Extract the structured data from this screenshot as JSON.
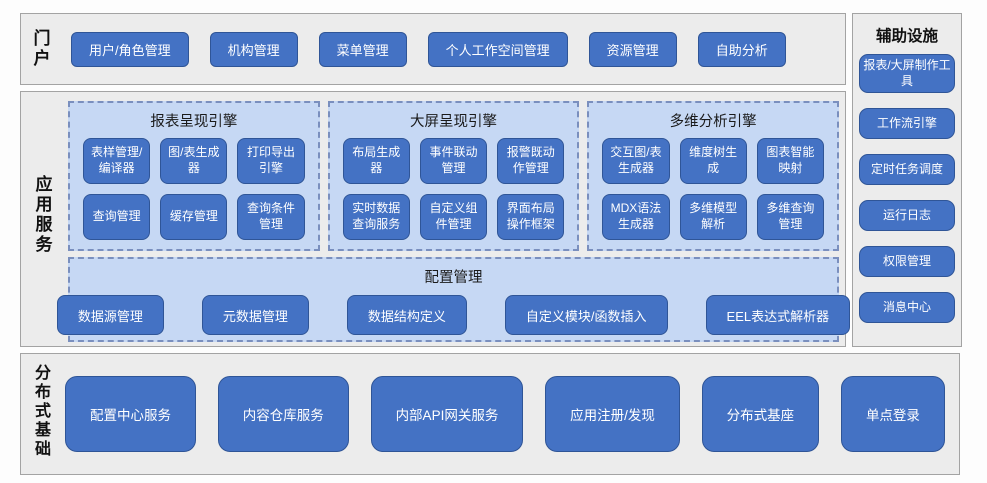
{
  "colors": {
    "button_blue": "#4472c4",
    "button_border": "#2f5597",
    "panel_blue": "#c6d8f4",
    "panel_dash_border": "#7a8fbe",
    "section_gray": "#ececec",
    "section_border": "#a3a3a3",
    "button_text": "#ffffff"
  },
  "portal": {
    "label": "门户",
    "items": [
      "用户/角色管理",
      "机构管理",
      "菜单管理",
      "个人工作空间管理",
      "资源管理",
      "自助分析"
    ]
  },
  "app_services": {
    "label": "应用服务",
    "engines": [
      {
        "title": "报表呈现引擎",
        "items": [
          "表样管理/编译器",
          "图/表生成器",
          "打印导出引擎",
          "查询管理",
          "缓存管理",
          "查询条件管理"
        ]
      },
      {
        "title": "大屏呈现引擎",
        "items": [
          "布局生成器",
          "事件联动管理",
          "报警既动作管理",
          "实时数据查询服务",
          "自定义组件管理",
          "界面布局操作框架"
        ]
      },
      {
        "title": "多维分析引擎",
        "items": [
          "交互图/表生成器",
          "维度树生成",
          "图表智能映射",
          "MDX语法生成器",
          "多维模型解析",
          "多维查询管理"
        ]
      }
    ],
    "config": {
      "title": "配置管理",
      "items": [
        "数据源管理",
        "元数据管理",
        "数据结构定义",
        "自定义模块/函数插入",
        "EEL表达式解析器"
      ]
    }
  },
  "auxiliary": {
    "title": "辅助设施",
    "items": [
      "报表/大屏制作工具",
      "工作流引擎",
      "定时任务调度",
      "运行日志",
      "权限管理",
      "消息中心"
    ]
  },
  "distributed": {
    "label": "分布式基础",
    "items": [
      "配置中心服务",
      "内容仓库服务",
      "内部API网关服务",
      "应用注册/发现",
      "分布式基座",
      "单点登录"
    ]
  }
}
